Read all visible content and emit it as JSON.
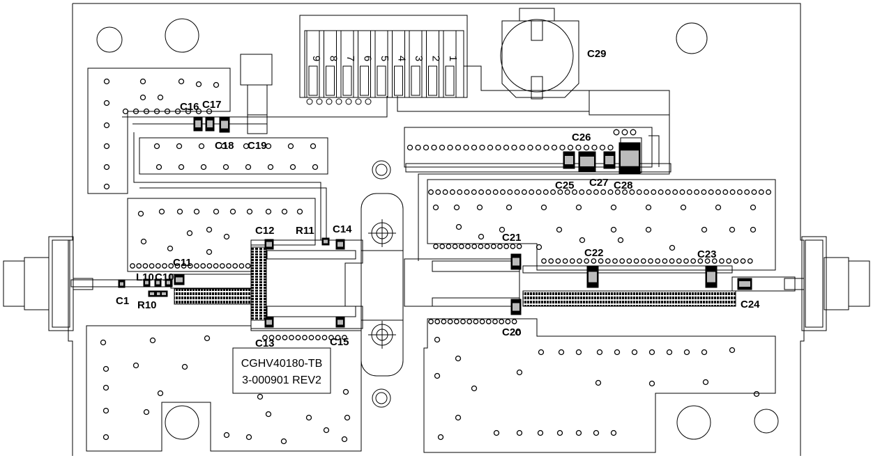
{
  "colors": {
    "outline": "#000000",
    "background": "#ffffff",
    "pad": "#c8c8c8",
    "pad_dark": "#808080"
  },
  "board": {
    "label_line1": "CGHV40180-TB",
    "label_line2": "3-000901 REV2"
  },
  "connector": {
    "pins": [
      "9",
      "8",
      "7",
      "6",
      "5",
      "4",
      "3",
      "2",
      "1"
    ]
  },
  "components": {
    "C1": "C1",
    "L10": "L10",
    "C10": "C10",
    "R10": "R10",
    "C11": "C11",
    "C12": "C12",
    "R11": "R11",
    "C14": "C14",
    "C13": "C13",
    "C15": "C15",
    "C16": "C16",
    "C17": "C17",
    "C18": "C18",
    "C19": "C19",
    "C20": "C20",
    "C21": "C21",
    "C22": "C22",
    "C23": "C23",
    "C24": "C24",
    "C25": "C25",
    "C26": "C26",
    "C27": "C27",
    "C28": "C28",
    "C29": "C29"
  }
}
